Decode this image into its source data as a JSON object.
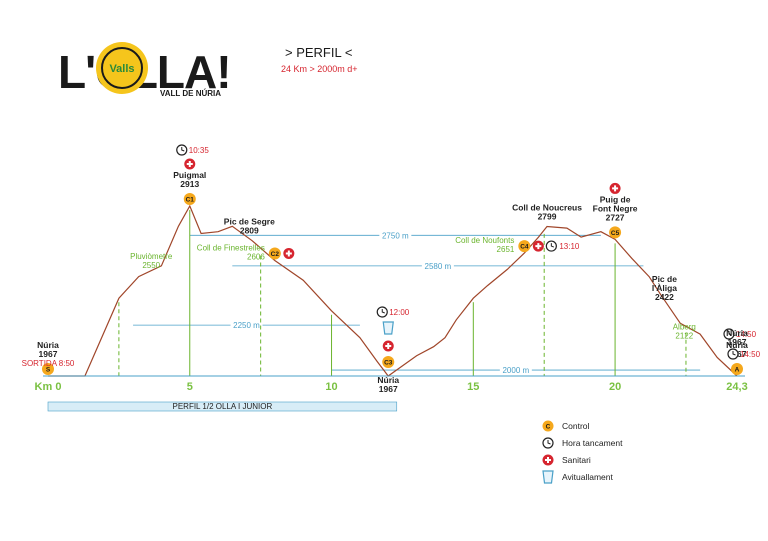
{
  "header": {
    "logo_text": "L'OLLA!",
    "logo_badge": "Valls",
    "logo_sub": "VALL DE NÚRIA",
    "title": "> PERFIL <",
    "subtitle": "24 Km > 2000m d+"
  },
  "colors": {
    "profile": "#a0462a",
    "green": "#6ab42d",
    "blue": "#4aa0c8",
    "red": "#d6252f",
    "orange": "#f5a81c",
    "band": "#d8edf7"
  },
  "chart_data": {
    "type": "line",
    "xlim": [
      0,
      24.3
    ],
    "ylim": [
      1700,
      3000
    ],
    "x_ticks": [
      {
        "x": 0,
        "label": "Km 0"
      },
      {
        "x": 5,
        "label": "5"
      },
      {
        "x": 10,
        "label": "10"
      },
      {
        "x": 15,
        "label": "15"
      },
      {
        "x": 20,
        "label": "20"
      },
      {
        "x": 24.3,
        "label": "24,3"
      }
    ],
    "profile": [
      [
        0,
        1967
      ],
      [
        1.3,
        1967
      ],
      [
        2.5,
        2400
      ],
      [
        3.2,
        2520
      ],
      [
        4.0,
        2580
      ],
      [
        4.6,
        2800
      ],
      [
        5.0,
        2913
      ],
      [
        5.4,
        2760
      ],
      [
        6.0,
        2770
      ],
      [
        6.5,
        2800
      ],
      [
        7.2,
        2720
      ],
      [
        8.0,
        2610
      ],
      [
        9.0,
        2500
      ],
      [
        10.0,
        2330
      ],
      [
        11.0,
        2180
      ],
      [
        11.6,
        2050
      ],
      [
        12.0,
        1967
      ],
      [
        13.0,
        2080
      ],
      [
        13.6,
        2130
      ],
      [
        14.0,
        2180
      ],
      [
        14.4,
        2280
      ],
      [
        15.0,
        2400
      ],
      [
        15.5,
        2470
      ],
      [
        16.2,
        2560
      ],
      [
        16.8,
        2651
      ],
      [
        17.3,
        2740
      ],
      [
        17.6,
        2799
      ],
      [
        18.3,
        2790
      ],
      [
        18.8,
        2740
      ],
      [
        19.5,
        2770
      ],
      [
        20.0,
        2727
      ],
      [
        20.6,
        2620
      ],
      [
        21.2,
        2520
      ],
      [
        21.6,
        2422
      ],
      [
        22.3,
        2260
      ],
      [
        23.0,
        2200
      ],
      [
        23.6,
        2070
      ],
      [
        24.3,
        1967
      ]
    ],
    "references": [
      {
        "label": "2750 m",
        "elev": 2750,
        "x_from": 5.0,
        "x_to": 19.5
      },
      {
        "label": "2580 m",
        "elev": 2580,
        "x_from": 6.5,
        "x_to": 21.0
      },
      {
        "label": "2250 m",
        "elev": 2250,
        "x_from": 3.0,
        "x_to": 11.0
      },
      {
        "label": "2000 m",
        "elev": 2000,
        "x_from": 10.0,
        "x_to": 23.0
      }
    ],
    "markers": [
      {
        "x": 2.5,
        "elev": 2400,
        "style": "dashed"
      },
      {
        "x": 5.0,
        "elev": 2913,
        "style": "solid"
      },
      {
        "x": 7.5,
        "elev": 2660,
        "style": "dashed"
      },
      {
        "x": 10.0,
        "elev": 2330,
        "style": "solid"
      },
      {
        "x": 15.0,
        "elev": 2400,
        "style": "solid"
      },
      {
        "x": 17.5,
        "elev": 2780,
        "style": "dashed"
      },
      {
        "x": 20.0,
        "elev": 2727,
        "style": "solid"
      },
      {
        "x": 22.5,
        "elev": 2230,
        "style": "dashed"
      }
    ],
    "points": [
      {
        "x": 0,
        "elev": 1967,
        "label": [
          "Núria",
          "1967"
        ],
        "label_color": "dark",
        "extra": "SORTIDA 8:50",
        "icon": "S",
        "label_pos": "above"
      },
      {
        "x": 5,
        "elev": 2913,
        "label": [
          "Puigmal",
          "2913"
        ],
        "label_color": "dark",
        "icon": "C1",
        "time": "10:35",
        "sanitari": true,
        "label_pos": "above"
      },
      {
        "x": 7.1,
        "elev": 2720,
        "label": [
          "Pic de Segre",
          "2809"
        ],
        "label_color": "dark",
        "label_pos": "above"
      },
      {
        "x": 3.5,
        "elev": 2550,
        "label": [
          "Pluviòmetre",
          "2550"
        ],
        "label_color": "green",
        "label_pos": "right"
      },
      {
        "x": 8.0,
        "elev": 2610,
        "label": [
          "Coll de Finestrelles",
          "2606"
        ],
        "label_color": "green",
        "icon": "C2",
        "sanitari": true,
        "label_pos": "left"
      },
      {
        "x": 12,
        "elev": 1967,
        "label": [
          "Núria",
          "1967"
        ],
        "label_color": "dark",
        "icon": "C3",
        "time": "12:00",
        "sanitari": true,
        "water": true,
        "label_pos": "below"
      },
      {
        "x": 16.8,
        "elev": 2651,
        "label": [
          "Coll de Noufonts",
          "2651"
        ],
        "label_color": "green",
        "icon": "C4",
        "time": "13:10",
        "sanitari": true,
        "label_pos": "left"
      },
      {
        "x": 17.6,
        "elev": 2799,
        "label": [
          "Coll de Noucreus",
          "2799"
        ],
        "label_color": "dark",
        "label_pos": "above"
      },
      {
        "x": 20,
        "elev": 2727,
        "label": [
          "Puig de",
          "Font Negre",
          "2727"
        ],
        "label_color": "dark",
        "icon": "C5",
        "sanitari": true,
        "label_pos": "above"
      },
      {
        "x": 21.6,
        "elev": 2422,
        "label": [
          "Pic de",
          "l'Àliga",
          "2422"
        ],
        "label_color": "dark",
        "label_pos": "right"
      },
      {
        "x": 22.3,
        "elev": 2160,
        "label": [
          "Alberg",
          "2122"
        ],
        "label_color": "green",
        "label_pos": "right"
      },
      {
        "x": 24.3,
        "elev": 1967,
        "label": [
          "Núria",
          "1967"
        ],
        "label_color": "dark",
        "icon": "A",
        "time": "14:50",
        "label_pos": "above"
      }
    ],
    "band": {
      "label": "PERFIL 1/2 OLLA I JUNIOR",
      "x_from": 0,
      "x_to": 12.3
    }
  },
  "legend": [
    {
      "icon": "control-icon",
      "glyph": "C",
      "label": "Control"
    },
    {
      "icon": "clock-icon",
      "label": "Hora tancament"
    },
    {
      "icon": "sanitari-icon",
      "label": "Sanitari"
    },
    {
      "icon": "water-cup-icon",
      "label": "Avituallament"
    }
  ]
}
